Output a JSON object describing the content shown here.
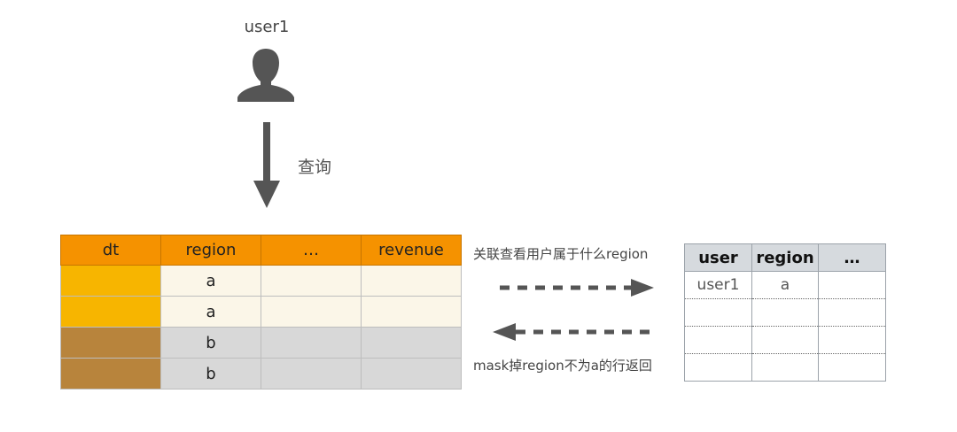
{
  "user": {
    "label": "user1",
    "icon": "person-silhouette-icon"
  },
  "query": {
    "label": "查询"
  },
  "main_table": {
    "columns": [
      "dt",
      "region",
      "…",
      "revenue"
    ],
    "header_color": "#f59200",
    "rows": [
      {
        "cells": [
          "",
          "a",
          "",
          ""
        ],
        "dt_color": "#f7b500",
        "row_color": "#fbf6e8"
      },
      {
        "cells": [
          "",
          "a",
          "",
          ""
        ],
        "dt_color": "#f7b500",
        "row_color": "#fbf6e8"
      },
      {
        "cells": [
          "",
          "b",
          "",
          ""
        ],
        "dt_color": "#b8843c",
        "row_color": "#d8d8d8"
      },
      {
        "cells": [
          "",
          "b",
          "",
          ""
        ],
        "dt_color": "#b8843c",
        "row_color": "#d8d8d8"
      }
    ]
  },
  "lookup": {
    "label": "关联查看用户属于什么region"
  },
  "mask": {
    "label": "mask掉region不为a的行返回"
  },
  "side_table": {
    "columns": [
      "user",
      "region",
      "…"
    ],
    "rows": [
      [
        "user1",
        "a",
        ""
      ],
      [
        "",
        "",
        ""
      ],
      [
        "",
        "",
        ""
      ],
      [
        "",
        "",
        ""
      ]
    ]
  }
}
